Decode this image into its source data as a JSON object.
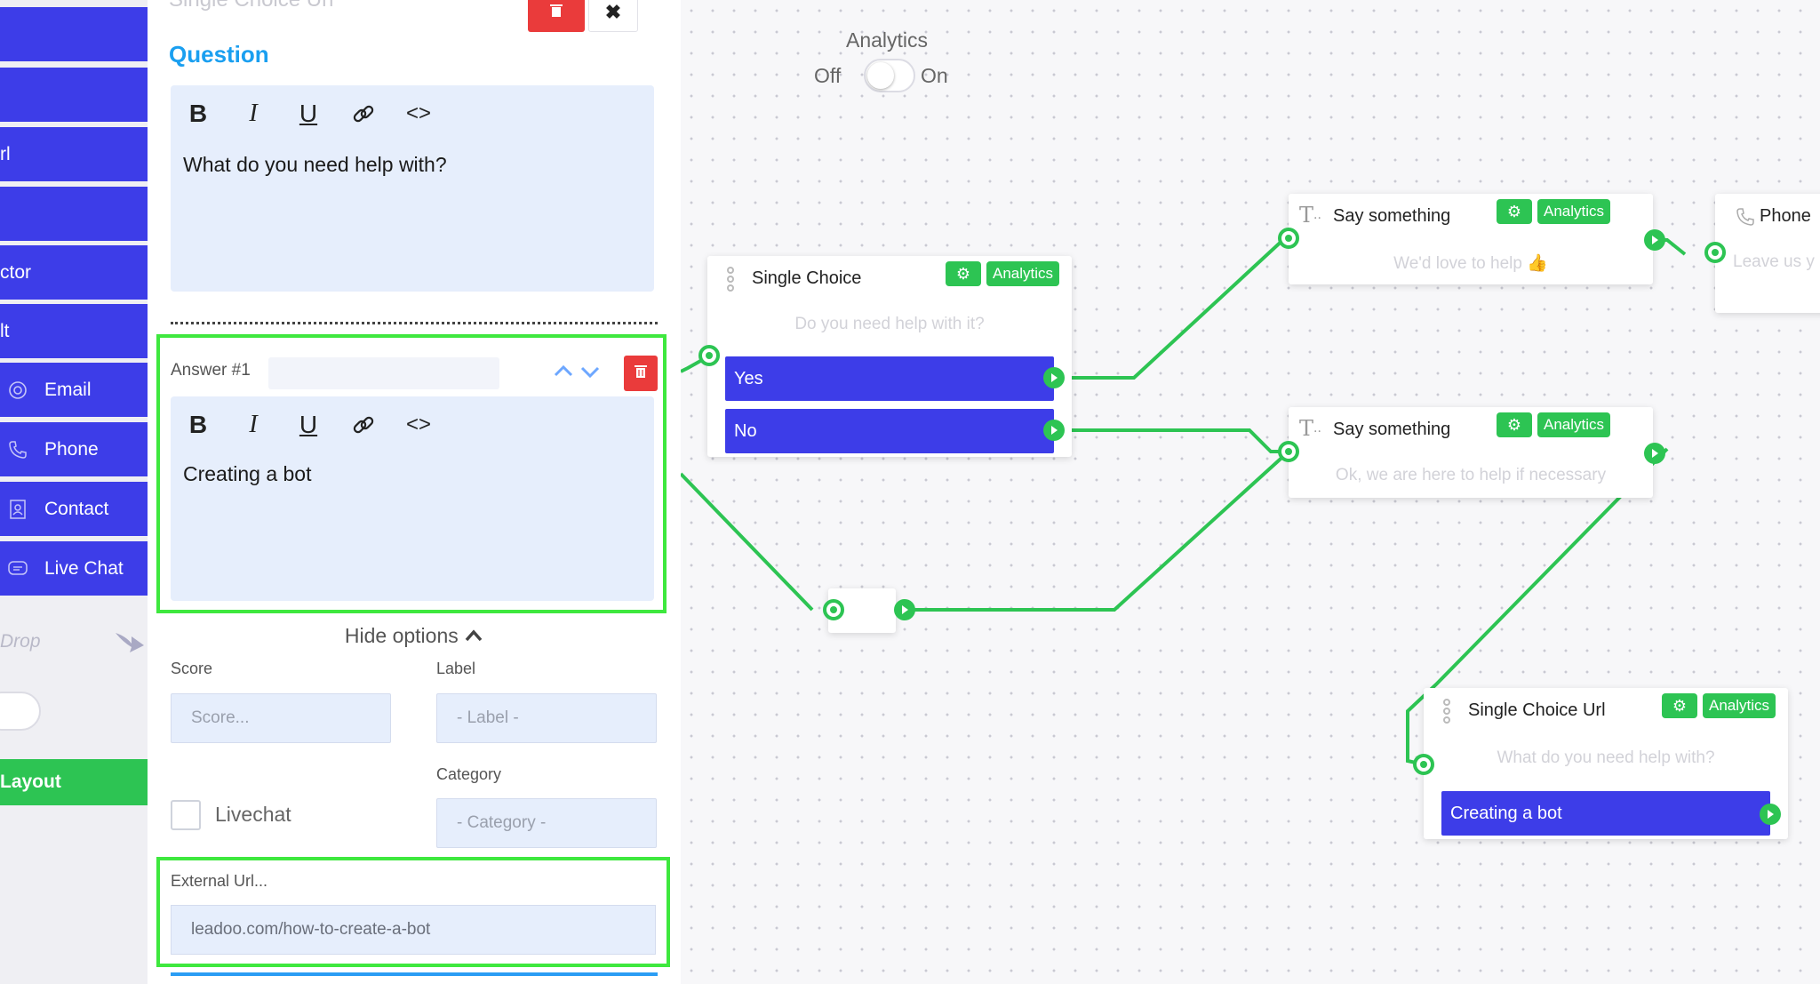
{
  "nav": {
    "items": [
      {
        "label": "",
        "icon": ""
      },
      {
        "label": "",
        "icon": ""
      },
      {
        "label": "rl",
        "icon": ""
      },
      {
        "label": "",
        "icon": ""
      },
      {
        "label": "ctor",
        "icon": ""
      },
      {
        "label": "lt",
        "icon": ""
      },
      {
        "label": "Email",
        "icon": "at-icon"
      },
      {
        "label": "Phone",
        "icon": "phone-icon"
      },
      {
        "label": "Contact",
        "icon": "contact-card-icon"
      },
      {
        "label": "Live Chat",
        "icon": "chat-icon"
      }
    ],
    "drop_label": "Drop",
    "layout_label": "Layout"
  },
  "panel": {
    "partial_title": "Single Choice Url",
    "question_heading": "Question",
    "question_text": "What do you need help with?",
    "answer_label": "Answer #1",
    "answer_text": "Creating a bot",
    "hide_options": "Hide options",
    "score_label": "Score",
    "score_placeholder": "Score...",
    "label_label": "Label",
    "label_placeholder": "- Label -",
    "category_label": "Category",
    "category_placeholder": "- Category -",
    "livechat_label": "Livechat",
    "livechat_checked": false,
    "external_url_label": "External Url...",
    "external_url_value": "leadoo.com/how-to-create-a-bot"
  },
  "canvas": {
    "analytics_title": "Analytics",
    "toggle_off": "Off",
    "toggle_on": "On",
    "analytics_on": false,
    "nodes": {
      "single_choice": {
        "title": "Single Choice",
        "subtitle": "Do you need help with it?",
        "badge": "Analytics",
        "options": [
          "Yes",
          "No"
        ]
      },
      "say_one": {
        "title": "Say something",
        "subtitle": "We'd love to help 👍",
        "badge": "Analytics"
      },
      "say_two": {
        "title": "Say something",
        "subtitle": "Ok, we are here to help if necessary",
        "badge": "Analytics"
      },
      "phone": {
        "title": "Phone",
        "subtitle": "Leave us y"
      },
      "single_choice_url": {
        "title": "Single Choice Url",
        "subtitle": "What do you need help with?",
        "badge": "Analytics",
        "options": [
          "Creating a bot"
        ]
      }
    }
  },
  "colors": {
    "primary": "#3d3de8",
    "accent_green": "#2dc453",
    "highlight": "#3ee83e",
    "danger": "#ea3b3b",
    "heading_blue": "#1a9ff0"
  }
}
